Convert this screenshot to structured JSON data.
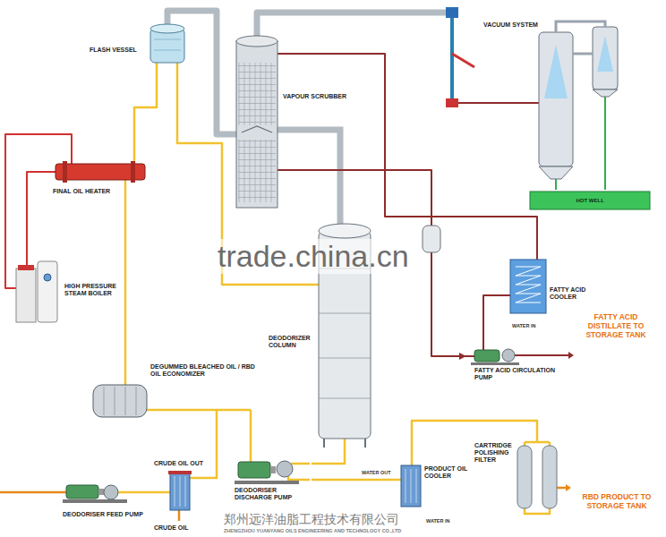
{
  "diagram": {
    "nodes": [
      {
        "text": [
          "FLASH VESSEL"
        ]
      },
      {
        "text": [
          "VAPOUR SCRUBBER"
        ]
      },
      {
        "text": [
          "VACUUM SYSTEM"
        ]
      },
      {
        "text": [
          "HOT WELL"
        ]
      },
      {
        "text": [
          "FINAL OIL HEATER"
        ]
      },
      {
        "text": [
          "HIGH PRESSURE STEAM BOILER"
        ]
      },
      {
        "text": [
          "DEODORIZER COLUMN"
        ]
      },
      {
        "text": [
          "FATTY ACID COOLER"
        ]
      },
      {
        "text": [
          "FATTY ACID CIRCULATION PUMP"
        ]
      },
      {
        "text": [
          "DEGUMMED BLEACHED OIL / RBD OIL ECONOMIZER"
        ]
      },
      {
        "text": [
          "CRUDE OIL OUT",
          "CRUDE OIL"
        ]
      },
      {
        "text": [
          "DEODORISER DISCHARGE PUMP"
        ]
      },
      {
        "text": [
          "PRODUCT OIL COOLER"
        ]
      },
      {
        "text": [
          "CARTRIDGE POLISHING FILTER"
        ]
      },
      {
        "text": [
          "DEODORISER FEED PUMP"
        ]
      }
    ],
    "edges": [
      {
        "from": 14,
        "to": 10,
        "arrow": "none"
      },
      {
        "from": 10,
        "to": 9,
        "arrow": "none"
      },
      {
        "from": 9,
        "to": 4,
        "arrow": "none"
      },
      {
        "from": 4,
        "to": 0,
        "arrow": "none"
      },
      {
        "from": 0,
        "to": 1,
        "arrow": "none"
      },
      {
        "from": 0,
        "to": 6,
        "arrow": "none"
      },
      {
        "from": 6,
        "to": 1,
        "arrow": "none"
      },
      {
        "from": 1,
        "to": 2,
        "arrow": "none"
      },
      {
        "from": 2,
        "to": 3,
        "arrow": "none"
      },
      {
        "from": 2,
        "to": 3,
        "arrow": "none"
      },
      {
        "from": 6,
        "to": 11,
        "arrow": "none"
      },
      {
        "from": 11,
        "to": 9,
        "arrow": "none"
      },
      {
        "from": 11,
        "to": 12,
        "arrow": "none"
      },
      {
        "from": 12,
        "to": 13,
        "arrow": "none"
      },
      {
        "from": 1,
        "to": 8,
        "arrow": "to"
      },
      {
        "from": 8,
        "to": 7,
        "arrow": "none"
      },
      {
        "from": 7,
        "to": 1,
        "arrow": "none"
      },
      {
        "from": 5,
        "to": 4,
        "arrow": "none"
      },
      {
        "from": 5,
        "to": 4,
        "arrow": "none"
      }
    ],
    "labels": [
      "WATER IN",
      "FATTY ACID DISTILLATE TO STORAGE TANK",
      "WATER OUT",
      "WATER IN",
      "RBD PRODUCT TO STORAGE TANK",
      "trade.china.cn",
      "郑州远洋油脂工程技术有限公司",
      "ZHENGZHOU YUANYANG OILS ENGINEERING AND TECHNOLOGY CO.,LTD"
    ]
  }
}
